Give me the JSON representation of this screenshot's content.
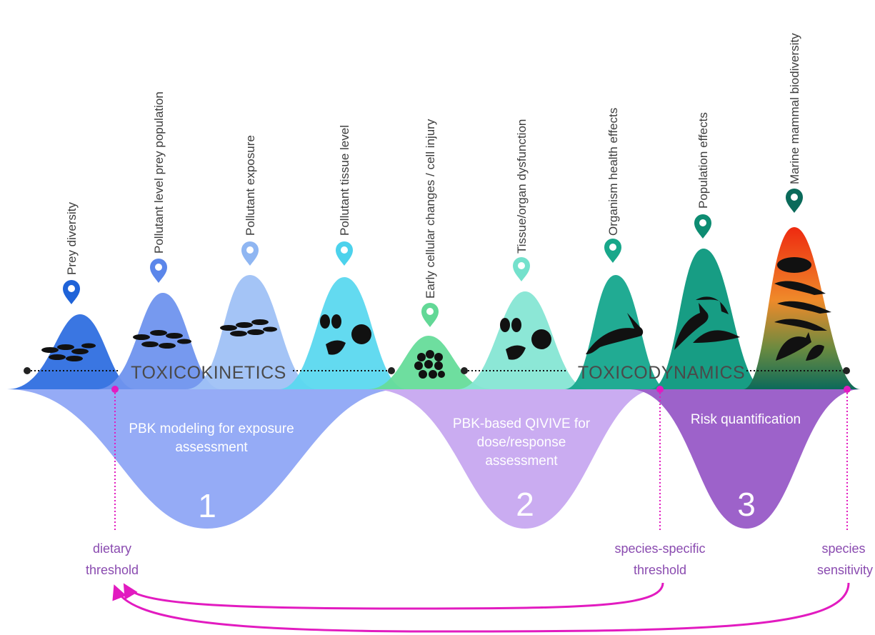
{
  "peaks": [
    {
      "label": "Prey diversity",
      "color": "#2f6fe0",
      "pin": "#1f63d8",
      "icon": "fish-school-icon"
    },
    {
      "label": "Pollutant level prey population",
      "color": "#6f93ee",
      "pin": "#5b86ea",
      "icon": "fish-school-icon"
    },
    {
      "label": "Pollutant exposure",
      "color": "#9fc1f5",
      "pin": "#8fb6f2",
      "icon": "fish-school-icon"
    },
    {
      "label": "Pollutant tissue level",
      "color": "#5bd8ef",
      "pin": "#4cd2ec",
      "icon": "organs-icon"
    },
    {
      "label": "Early cellular changes / cell injury",
      "color": "#66dc9a",
      "pin": "#62d896",
      "icon": "cells-icon"
    },
    {
      "label": "Tissue/organ dysfunction",
      "color": "#86e6d4",
      "pin": "#74e1cc",
      "icon": "organs-icon"
    },
    {
      "label": "Organism health effects",
      "color": "#1aa88f",
      "pin": "#18a78a",
      "icon": "orca-icon"
    },
    {
      "label": "Population effects",
      "color": "#0f9a80",
      "pin": "#0d8c72",
      "icon": "orcas-icon"
    },
    {
      "label": "Marine mammal biodiversity",
      "color": "#ee4a1a",
      "pin": "#0a6a5a",
      "icon": "marine-mammals-icon"
    }
  ],
  "bands": {
    "left": "TOXICOKINETICS",
    "right": "TOXICODYNAMICS"
  },
  "stages": [
    {
      "number": "1",
      "text_lines": [
        "PBK modeling for exposure",
        "assessment"
      ],
      "color": "#8fa6f5"
    },
    {
      "number": "2",
      "text_lines": [
        "PBK-based QIVIVE for",
        "dose/response",
        "assessment"
      ],
      "color": "#c7a8f0"
    },
    {
      "number": "3",
      "text_lines": [
        "Risk quantification"
      ],
      "color": "#9a5dc8"
    }
  ],
  "notes": [
    {
      "lines": [
        "dietary",
        "threshold"
      ]
    },
    {
      "lines": [
        "species-specific",
        "threshold"
      ]
    },
    {
      "lines": [
        "species",
        "sensitivity"
      ]
    }
  ],
  "colors": {
    "arrow": "#e21bc0",
    "note": "#8a4bb0",
    "pin_inner": "#ffffff"
  }
}
